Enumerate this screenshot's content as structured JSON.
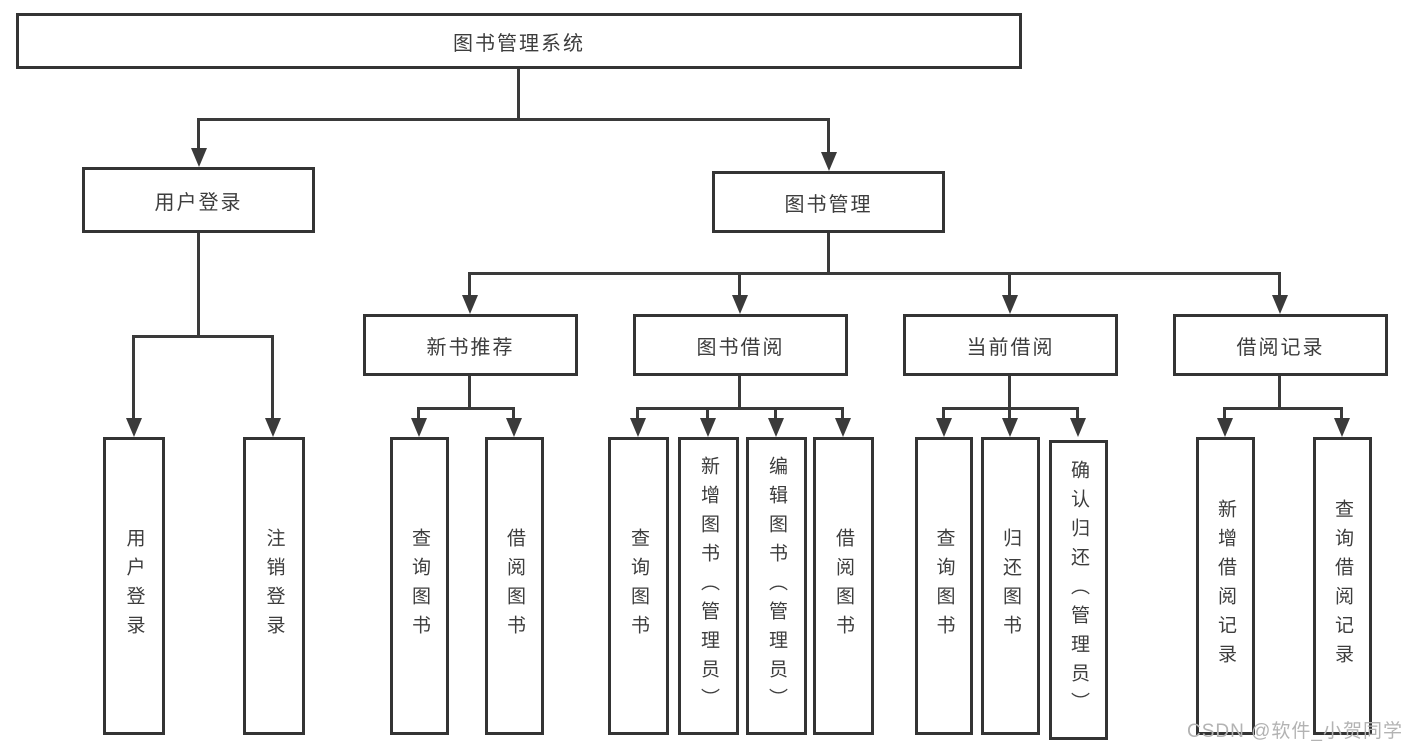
{
  "tree": {
    "root": {
      "label": "图书管理系统"
    },
    "children": [
      {
        "label": "用户登录",
        "children": [
          {
            "label": "用户登录"
          },
          {
            "label": "注销登录"
          }
        ]
      },
      {
        "label": "图书管理",
        "children": [
          {
            "label": "新书推荐",
            "children": [
              {
                "label": "查询图书"
              },
              {
                "label": "借阅图书"
              }
            ]
          },
          {
            "label": "图书借阅",
            "children": [
              {
                "label": "查询图书"
              },
              {
                "label": "新增图书（管理员）"
              },
              {
                "label": "编辑图书（管理员）"
              },
              {
                "label": "借阅图书"
              }
            ]
          },
          {
            "label": "当前借阅",
            "children": [
              {
                "label": "查询图书"
              },
              {
                "label": "归还图书"
              },
              {
                "label": "确认归还（管理员）"
              }
            ]
          },
          {
            "label": "借阅记录",
            "children": [
              {
                "label": "新增借阅记录"
              },
              {
                "label": "查询借阅记录"
              }
            ]
          }
        ]
      }
    ]
  },
  "watermark": "CSDN @软件_小贺同学",
  "colors": {
    "line": "#3a3a3a",
    "box_border": "#343434",
    "box_fill": "#ffffff",
    "text": "#3d3d3d",
    "watermark": "#b3b3b3",
    "background": "#ffffff"
  }
}
